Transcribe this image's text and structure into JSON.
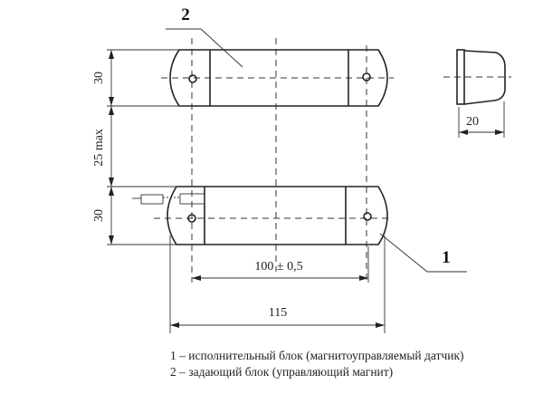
{
  "callouts": {
    "part1": "1",
    "part2": "2"
  },
  "dimensions": {
    "top_height": "30",
    "gap": "25 max",
    "bottom_height": "30",
    "hole_spacing": "100 ± 0,5",
    "overall_length": "115",
    "side_width": "20"
  },
  "legend": [
    "1 – исполнительный блок (магнитоуправляемый датчик)",
    "2 – задающий блок (управляющий магнит)"
  ]
}
